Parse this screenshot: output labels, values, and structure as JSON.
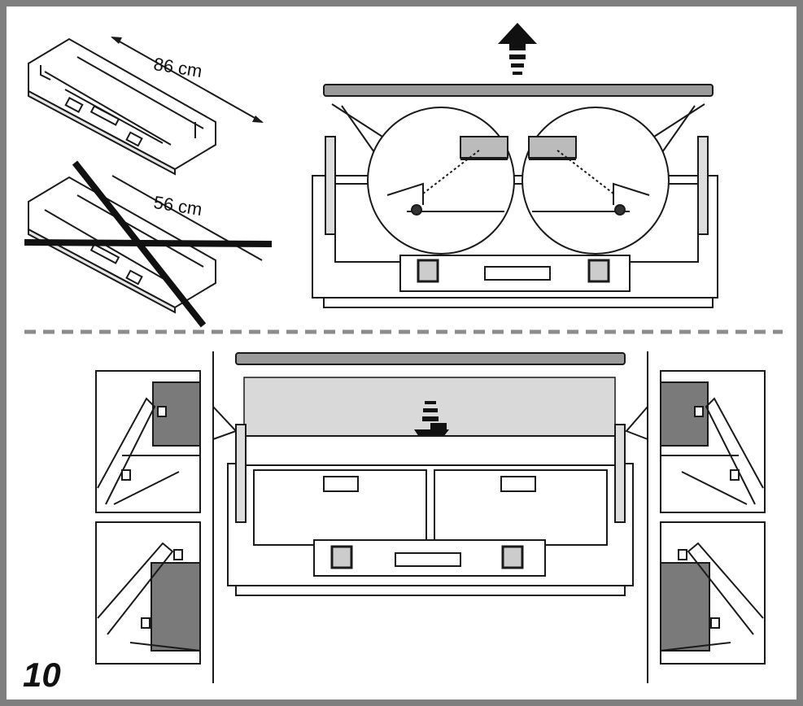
{
  "labels": {
    "size_ok": "86 cm",
    "size_wrong": "56 cm",
    "step": "10"
  },
  "colors": {
    "frame": "#7f7f7f",
    "line": "#1a1a1a",
    "panel_fill": "#d9d9d9",
    "dark_panel": "#7a7a7a",
    "bar": "#9a9a9a",
    "divider": "#8c8c8c"
  },
  "icons": {
    "up": "arrow-up-icon",
    "down": "arrow-down-icon",
    "cross": "cross-out-icon"
  }
}
